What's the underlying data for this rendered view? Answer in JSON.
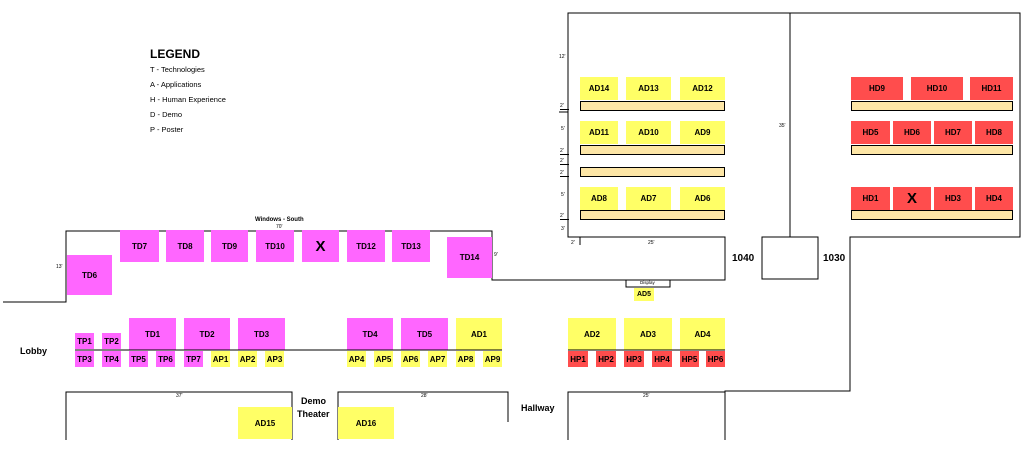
{
  "legend": {
    "title": "LEGEND",
    "items": [
      "T  -  Technologies",
      "A  -  Applications",
      "H  -  Human Experience",
      "D  -  Demo",
      "P  -  Poster"
    ]
  },
  "colors": {
    "technologies": "#ff66ff",
    "applications": "#ffff66",
    "human_experience": "#ff4d4d",
    "table": "#fde6a6"
  },
  "labels": {
    "windows": "Windows - South",
    "dim_70": "70'",
    "dim_13": "13'",
    "dim_9": "9'",
    "dim_12": "12'",
    "dim_35": "35'",
    "dim_25_top": "25'",
    "dim_2_a": "2'",
    "dim_5_a": "5'",
    "dim_2_b": "2'",
    "dim_2_c": "2'",
    "dim_2_d": "2'",
    "dim_5_b": "5'",
    "dim_2_e": "2'",
    "dim_3": "3'",
    "dim_2_f": "2'",
    "dim_37": "37'",
    "dim_28": "28'",
    "dim_25_bottom": "25'",
    "display": "Display",
    "room_1040": "1040",
    "room_1030": "1030",
    "lobby": "Lobby",
    "demo": "Demo",
    "theater": "Theater",
    "hallway": "Hallway"
  },
  "booths": {
    "td7": "TD7",
    "td8": "TD8",
    "td9": "TD9",
    "td10": "TD10",
    "x1": "X",
    "td12": "TD12",
    "td13": "TD13",
    "td6": "TD6",
    "td14": "TD14",
    "ad14": "AD14",
    "ad13": "AD13",
    "ad12": "AD12",
    "ad11": "AD11",
    "ad10": "AD10",
    "ad9": "AD9",
    "ad8": "AD8",
    "ad7": "AD7",
    "ad6": "AD6",
    "hd9": "HD9",
    "hd10": "HD10",
    "hd11": "HD11",
    "hd5": "HD5",
    "hd6": "HD6",
    "hd7": "HD7",
    "hd8": "HD8",
    "hd1": "HD1",
    "x2": "X",
    "hd3": "HD3",
    "hd4": "HD4",
    "ad5": "AD5",
    "td1": "TD1",
    "td2": "TD2",
    "td3": "TD3",
    "td4": "TD4",
    "td5": "TD5",
    "ad1": "AD1",
    "ad2": "AD2",
    "ad3": "AD3",
    "ad4": "AD4",
    "tp1": "TP1",
    "tp2": "TP2",
    "tp3": "TP3",
    "tp4": "TP4",
    "tp5": "TP5",
    "tp6": "TP6",
    "tp7": "TP7",
    "ap1": "AP1",
    "ap2": "AP2",
    "ap3": "AP3",
    "ap4": "AP4",
    "ap5": "AP5",
    "ap6": "AP6",
    "ap7": "AP7",
    "ap8": "AP8",
    "ap9": "AP9",
    "hp1": "HP1",
    "hp2": "HP2",
    "hp3": "HP3",
    "hp4": "HP4",
    "hp5": "HP5",
    "hp6": "HP6",
    "ad15": "AD15",
    "ad16": "AD16"
  }
}
